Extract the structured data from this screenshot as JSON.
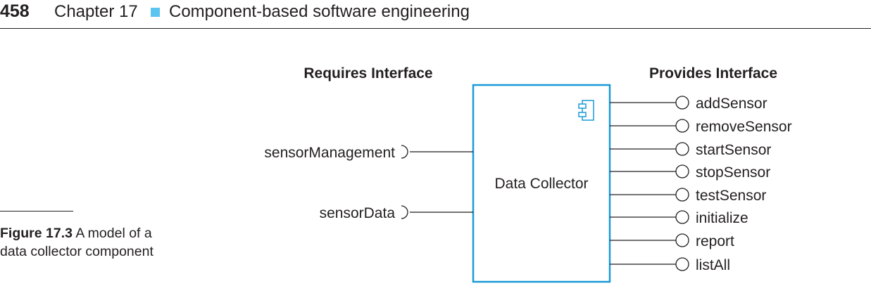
{
  "header": {
    "page_number": "458",
    "chapter": "Chapter 17",
    "title": "Component-based software engineering"
  },
  "caption": {
    "label": "Figure 17.3",
    "text": "A model of a data collector component"
  },
  "diagram": {
    "requires_heading": "Requires Interface",
    "provides_heading": "Provides Interface",
    "component_name": "Data Collector",
    "requires": [
      "sensorManagement",
      "sensorData"
    ],
    "provides": [
      "addSensor",
      "removeSensor",
      "startSensor",
      "stopSensor",
      "testSensor",
      "initialize",
      "report",
      "listAll"
    ],
    "colors": {
      "component_border": "#1a9ad6",
      "accent_square": "#5bc5f0",
      "ink": "#231f20"
    },
    "component_icon": "uml-component-icon"
  }
}
